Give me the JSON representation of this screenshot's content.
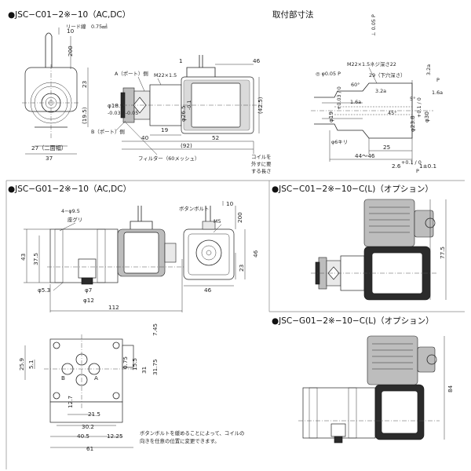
{
  "sections": {
    "top_left_title": "●JSC−C01−2※−10（AC,DC）",
    "top_right_title": "取付部寸法",
    "middle_left_title": "●JSC−G01−2※−10（AC,DC）",
    "middle_right_title": "●JSC−C01−2※−10−C(L)（オプション）",
    "bottom_right_title": "●JSC−G01−2※−10−C(L)（オプション）"
  },
  "c01_side": {
    "lead_wire": "リード線　0.75㎟",
    "dim_10": "10",
    "dim_200": "200",
    "dim_23": "23",
    "dim_19_5": "(19.5)",
    "dim_27": "27（二面幅）",
    "dim_37": "37",
    "port_a": "A（ポート）側",
    "port_b": "B（ポート）側",
    "phi18_9": "φ18.9",
    "tol_18_9": "-0.03 / -0.05",
    "m22": "M22×1.5",
    "dim_1": "1",
    "dim_46": "46",
    "phi26_5": "φ26.5",
    "tol_26_5": "-0.1",
    "dim_42_5": "(42.5)",
    "dim_19": "19",
    "dim_40": "40",
    "dim_52": "52",
    "dim_92": "(92)",
    "filter": "フィルター（60メッシュ）",
    "coil_note_1": "コイルを",
    "coil_note_2": "外すに要",
    "coil_note_3": "する長さ"
  },
  "mounting": {
    "perp": "⊥ 0.05 P",
    "thread": "M22×1.5ネジ深さ22",
    "concentric": "◎ φ0.05 P",
    "dim_29": "29（下穴深さ）",
    "deg60": "60°",
    "r3_2a_1": "3.2a",
    "r3_2a_2": "3.2a",
    "r1_6a_1": "1.6a",
    "r1_6a_2": "1.6a",
    "deg45": "45°",
    "dim_5": "5°",
    "phi19": "φ19",
    "tol_19": "+0.03 / 0",
    "phi23_8": "φ23.8",
    "tol_23_8": "+0.1 / 0",
    "phi30": "φ30",
    "phi6": "φ6キリ",
    "dim_25": "25",
    "dim_44_46": "44〜46",
    "dim_2_6": "2.6",
    "tol_2_6": "+0.1 / 0",
    "dim_1_pm": "1±0.1",
    "datum_p1": "P",
    "datum_p2": "P"
  },
  "g01": {
    "hole_label": "4−φ9.5",
    "counterbore": "座グリ",
    "bolt": "ボタンボルト",
    "m5": "M5",
    "dim_10": "10",
    "dim_200": "200",
    "dim_43": "43",
    "dim_37_5": "37.5",
    "phi5_3": "φ5.3",
    "phi7": "φ7",
    "phi12": "φ12",
    "dim_112": "112",
    "dim_46_front": "46",
    "dim_23_front": "23",
    "dim_46_bottom": "46"
  },
  "g01_base": {
    "dim_7_45": "7.45",
    "dim_25_9": "25.9",
    "dim_5_1": "5.1",
    "dim_0_75": "0.75",
    "dim_15_5": "15.5",
    "dim_31": "31",
    "dim_31_75": "31.75",
    "port_b": "B",
    "port_a": "A",
    "dim_12_7": "12.7",
    "dim_21_5": "21.5",
    "dim_30_2": "30.2",
    "dim_40_5": "40.5",
    "dim_12_25": "12.25",
    "dim_61": "61"
  },
  "option_c01": {
    "dim_77_5": "77.5"
  },
  "option_g01": {
    "dim_84": "84"
  },
  "note": {
    "line1": "ボタンボルトを緩めることによって、コイルの",
    "line2": "向きを任意の位置に変更できます。"
  }
}
